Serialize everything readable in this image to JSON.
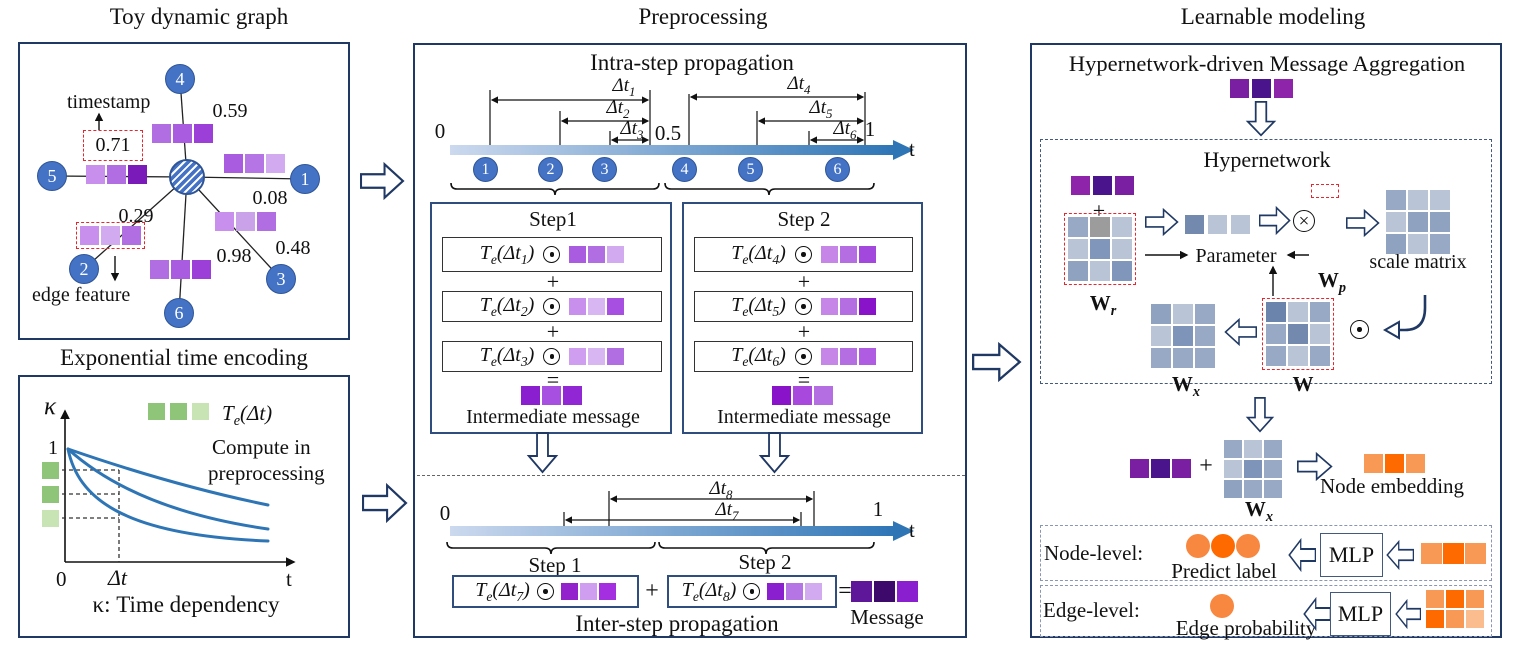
{
  "ops": {
    "plus": "+",
    "eq": "=",
    "times": "×"
  },
  "toy": {
    "title": "Toy dynamic graph",
    "timestamp_label": "timestamp",
    "edge_feature_label": "edge feature",
    "timestamp_value": "0.71",
    "nodes": [
      "1",
      "2",
      "3",
      "4",
      "5",
      "6"
    ],
    "edge_labels": {
      "n4": "0.59",
      "n1": "0.08",
      "n3": "0.48",
      "n2": "0.29",
      "n6": "0.98"
    },
    "strips": {
      "to4": [
        "#b06ee2",
        "#a95ce0",
        "#9c3fd8"
      ],
      "to1": [
        "#a95ce0",
        "#b575e4",
        "#d2aaf0"
      ],
      "to5": [
        "#c88fec",
        "#b06ee2",
        "#7a1ab8"
      ],
      "to2": [
        "#c88fec",
        "#d2aaf0",
        "#b06ee2"
      ],
      "to3": [
        "#c88fec",
        "#c9a2ea",
        "#b06ee2"
      ],
      "to6": [
        "#b06ee2",
        "#a95ce0",
        "#9c3fd8"
      ]
    }
  },
  "encoding": {
    "title": "Exponential time encoding",
    "kappa": "κ",
    "one": "1",
    "zero": "0",
    "t": "t",
    "legend_squares": [
      "#8fc578",
      "#8fc578",
      "#c9e4b4"
    ],
    "side_squares": [
      "#8fc578",
      "#8fc578",
      "#c9e4b4"
    ],
    "note1": "Compute in",
    "note2": "preprocessing",
    "caption": "κ: Time dependency",
    "curve_color": "#2e75b6"
  },
  "pre": {
    "title": "Preprocessing",
    "intra_title": "Intra-step propagation",
    "t0": "0",
    "t05": "0.5",
    "t1": "1",
    "t": "t",
    "nodes": [
      "1",
      "2",
      "3",
      "4",
      "5",
      "6"
    ],
    "steps": [
      {
        "name": "Step1",
        "rows": [
          [
            "#a95ce0",
            "#b06ee2",
            "#d2aaf0"
          ],
          [
            "#c88fec",
            "#d8b6f2",
            "#a74fe0"
          ],
          [
            "#cf9ef0",
            "#d8b6f2",
            "#b06ee2"
          ]
        ],
        "result": [
          "#8a1fd0",
          "#a64fe0",
          "#9127d4"
        ],
        "caption": "Intermediate message"
      },
      {
        "name": "Step 2",
        "rows": [
          [
            "#c586e8",
            "#b46ee2",
            "#a348dd"
          ],
          [
            "#c586e8",
            "#b46ee2",
            "#8813c9"
          ],
          [
            "#c586e8",
            "#b46ee2",
            "#b05ce2"
          ]
        ],
        "result": [
          "#8813c9",
          "#a948dd",
          "#b46ee2"
        ],
        "caption": "Intermediate message"
      }
    ],
    "inter": {
      "t0": "0",
      "t1": "1",
      "t": "t",
      "step1": "Step 1",
      "step2": "Step 2",
      "term1_squares": [
        "#9322cc",
        "#cf9ef0",
        "#a32fe0"
      ],
      "term2_squares": [
        "#8a1fd0",
        "#b575e4",
        "#d2aaf0"
      ],
      "message_squares": [
        "#5e1799",
        "#3d0a6b",
        "#8a1fd0"
      ],
      "message_label": "Message",
      "title": "Inter-step propagation"
    }
  },
  "learn": {
    "title": "Learnable modeling",
    "header": "Hypernetwork-driven Message Aggregation",
    "msg_squares": [
      "#7b1fa2",
      "#4a148c",
      "#8e24aa"
    ],
    "hyper": {
      "title": "Hypernetwork",
      "in_squares": [
        "#8e24aa",
        "#4a148c",
        "#7b1fa2"
      ],
      "wr": [
        [
          "#97a9c4",
          "#9c9c9c",
          "#b9c4d7"
        ],
        [
          "#b9c4d7",
          "#8097bb",
          "#b9c4d7"
        ],
        [
          "#8fa2c0",
          "#b9c4d7",
          "#8097bb"
        ]
      ],
      "vec": [
        "#7389ad",
        "#b9c4d7",
        "#b9c4d7"
      ],
      "wp": [
        "#7389ad",
        "#97a9c4",
        "#97a9c4"
      ],
      "scale": [
        [
          "#97a9c4",
          "#b9c4d7",
          "#b9c4d7"
        ],
        [
          "#b9c4d7",
          "#8fa2c0",
          "#8fa2c0"
        ],
        [
          "#8fa2c0",
          "#b9c4d7",
          "#97a9c4"
        ]
      ],
      "w": [
        [
          "#6b84ab",
          "#b9c4d7",
          "#97a9c4"
        ],
        [
          "#97a9c4",
          "#7389ad",
          "#b9c4d7"
        ],
        [
          "#97a9c4",
          "#b9c4d7",
          "#97a9c4"
        ]
      ],
      "wx": [
        [
          "#8fa2c0",
          "#b9c4d7",
          "#97a9c4"
        ],
        [
          "#b9c4d7",
          "#7e94b8",
          "#97a9c4"
        ],
        [
          "#97a9c4",
          "#97a9c4",
          "#97a9c4"
        ]
      ],
      "parameter": "Parameter",
      "scale_label": "scale matrix"
    },
    "embed": {
      "in_squares": [
        "#7b1fa2",
        "#4a148c",
        "#7b1fa2"
      ],
      "wx": [
        [
          "#97a9c4",
          "#b9c4d7",
          "#97a9c4"
        ],
        [
          "#b9c4d7",
          "#7e94b8",
          "#97a9c4"
        ],
        [
          "#8fa2c0",
          "#97a9c4",
          "#97a9c4"
        ]
      ],
      "out_squares": [
        "#f89a55",
        "#ff6a00",
        "#f89a55"
      ],
      "label": "Node embedding"
    },
    "node_level": {
      "label": "Node-level:",
      "circles": [
        "#f8873f",
        "#ff6a00",
        "#f8873f"
      ],
      "caption": "Predict label",
      "mlp": "MLP",
      "squares": [
        "#f89a55",
        "#ff6a00",
        "#f89a55"
      ]
    },
    "edge_level": {
      "label": "Edge-level:",
      "circles": [
        "#f8873f"
      ],
      "caption": "Edge probability",
      "mlp": "MLP",
      "matrix": [
        [
          "#f89a55",
          "#ff6a00",
          "#f89a55"
        ],
        [
          "#ff6a00",
          "#f89a55",
          "#fbbd8d"
        ]
      ]
    }
  },
  "math": {
    "dt1": [
      [
        "Δt",
        0
      ],
      [
        "1",
        1
      ]
    ],
    "dt2": [
      [
        "Δt",
        0
      ],
      [
        "2",
        1
      ]
    ],
    "dt3": [
      [
        "Δt",
        0
      ],
      [
        "3",
        1
      ]
    ],
    "dt4": [
      [
        "Δt",
        0
      ],
      [
        "4",
        1
      ]
    ],
    "dt5": [
      [
        "Δt",
        0
      ],
      [
        "5",
        1
      ]
    ],
    "dt6": [
      [
        "Δt",
        0
      ],
      [
        "6",
        1
      ]
    ],
    "dt7": [
      [
        "Δt",
        0
      ],
      [
        "7",
        1
      ]
    ],
    "dt8": [
      [
        "Δt",
        0
      ],
      [
        "8",
        1
      ]
    ],
    "dt": [
      [
        "Δt",
        0
      ]
    ],
    "te_dt": [
      [
        "T",
        0
      ],
      [
        "e",
        1
      ],
      [
        "(Δt)",
        0
      ]
    ],
    "te1": [
      [
        "T",
        0
      ],
      [
        "e",
        1
      ],
      [
        "(Δt",
        0
      ],
      [
        "1",
        1
      ],
      [
        ")",
        0
      ]
    ],
    "te2": [
      [
        "T",
        0
      ],
      [
        "e",
        1
      ],
      [
        "(Δt",
        0
      ],
      [
        "2",
        1
      ],
      [
        ")",
        0
      ]
    ],
    "te3": [
      [
        "T",
        0
      ],
      [
        "e",
        1
      ],
      [
        "(Δt",
        0
      ],
      [
        "3",
        1
      ],
      [
        ")",
        0
      ]
    ],
    "te4": [
      [
        "T",
        0
      ],
      [
        "e",
        1
      ],
      [
        "(Δt",
        0
      ],
      [
        "4",
        1
      ],
      [
        ")",
        0
      ]
    ],
    "te5": [
      [
        "T",
        0
      ],
      [
        "e",
        1
      ],
      [
        "(Δt",
        0
      ],
      [
        "5",
        1
      ],
      [
        ")",
        0
      ]
    ],
    "te6": [
      [
        "T",
        0
      ],
      [
        "e",
        1
      ],
      [
        "(Δt",
        0
      ],
      [
        "6",
        1
      ],
      [
        ")",
        0
      ]
    ],
    "te7": [
      [
        "T",
        0
      ],
      [
        "e",
        1
      ],
      [
        "(Δt",
        0
      ],
      [
        "7",
        1
      ],
      [
        ")",
        0
      ]
    ],
    "te8": [
      [
        "T",
        0
      ],
      [
        "e",
        1
      ],
      [
        "(Δt",
        0
      ],
      [
        "8",
        1
      ],
      [
        ")",
        0
      ]
    ],
    "wr": [
      [
        "W",
        0
      ],
      [
        "r",
        1
      ]
    ],
    "wp": [
      [
        "W",
        0
      ],
      [
        "p",
        1
      ]
    ],
    "w": [
      [
        "W",
        0
      ]
    ],
    "wx": [
      [
        "W",
        0
      ],
      [
        "x",
        1
      ]
    ]
  }
}
